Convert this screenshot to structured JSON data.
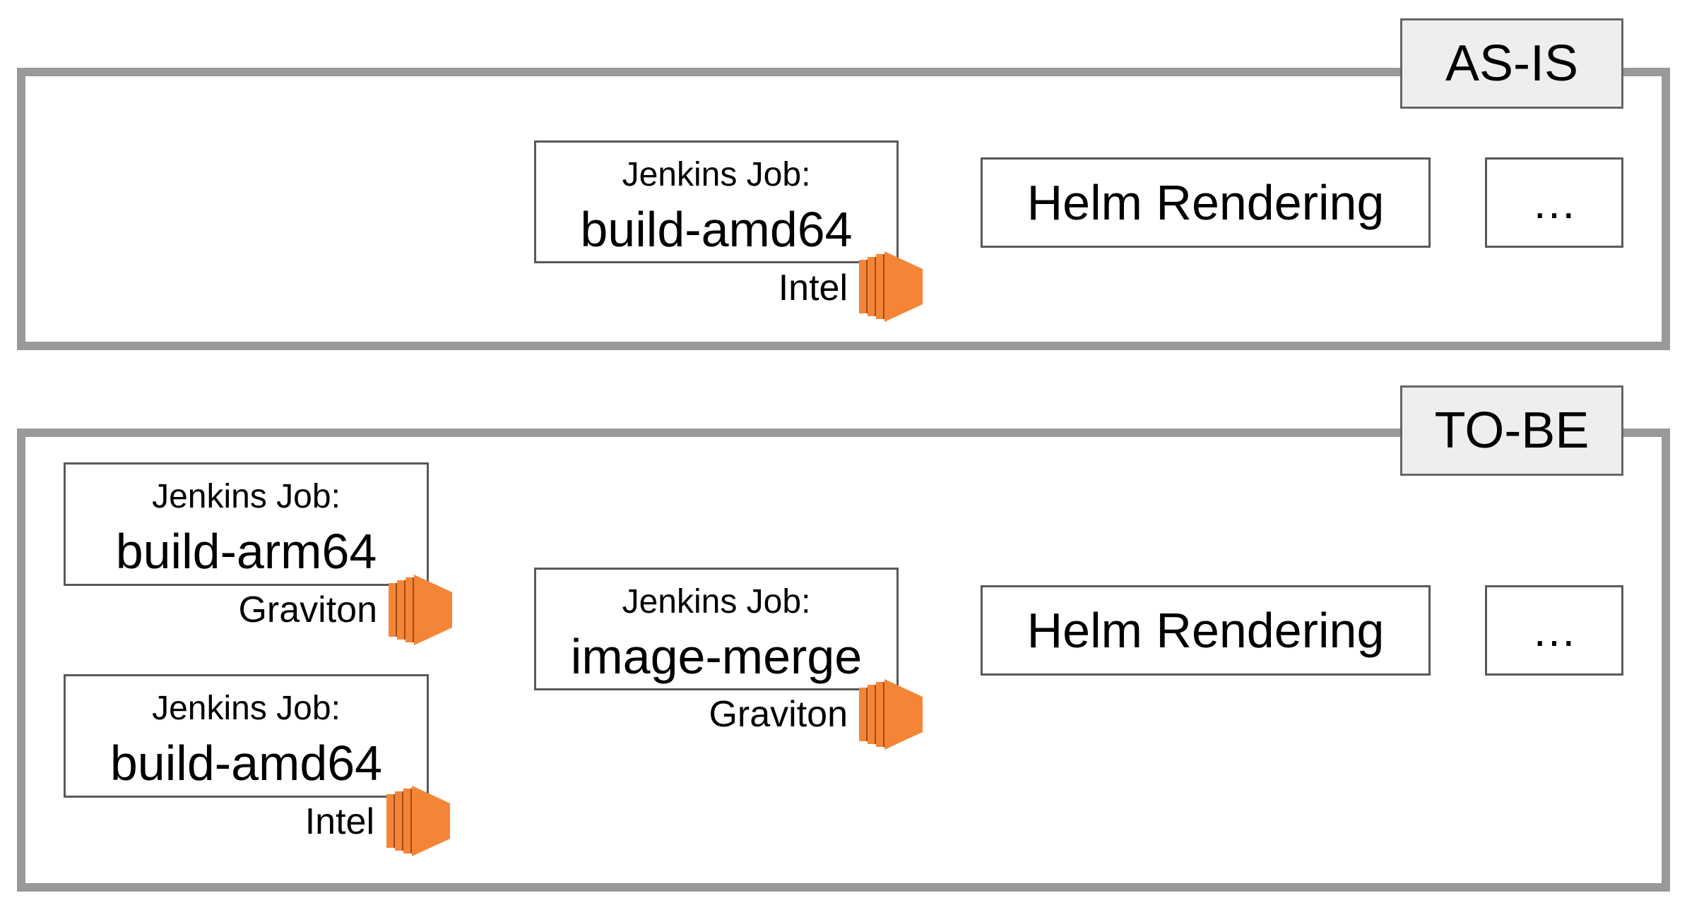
{
  "as_is": {
    "tag": "AS-IS",
    "job": {
      "label": "Jenkins Job:",
      "name": "build-amd64",
      "arch": "Intel"
    },
    "step": "Helm Rendering",
    "next": "…"
  },
  "to_be": {
    "tag": "TO-BE",
    "job_arm": {
      "label": "Jenkins Job:",
      "name": "build-arm64",
      "arch": "Graviton"
    },
    "job_amd": {
      "label": "Jenkins Job:",
      "name": "build-amd64",
      "arch": "Intel"
    },
    "job_merge": {
      "label": "Jenkins Job:",
      "name": "image-merge",
      "arch": "Graviton"
    },
    "step": "Helm Rendering",
    "next": "…"
  },
  "colors": {
    "panel_border": "#999999",
    "box_border": "#595959",
    "arrow": "#595959",
    "tag_fill": "#eeeeee",
    "chip": "#f58536"
  },
  "icons": {
    "instance": "ec2-instance-icon"
  }
}
